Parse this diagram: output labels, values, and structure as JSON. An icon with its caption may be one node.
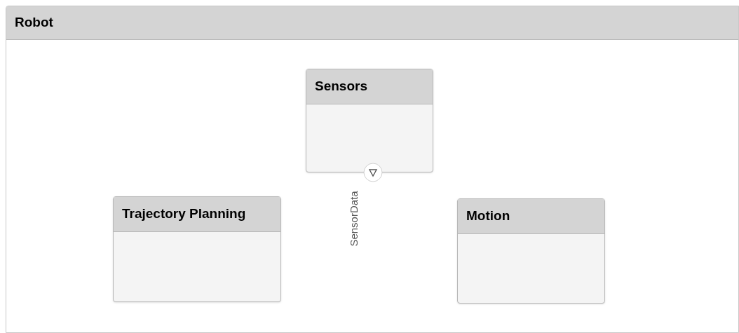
{
  "diagram": {
    "nodes": [
      {
        "text": [
          "Robot"
        ]
      },
      {
        "text": [
          "Sensors"
        ],
        "in": 0
      },
      {
        "text": [
          "Trajectory Planning"
        ],
        "in": 0
      },
      {
        "text": [
          "Motion"
        ],
        "in": 0
      },
      {
        "text": [],
        "shape": "circle",
        "in": 0,
        "beside": [
          "SensorData"
        ]
      }
    ]
  }
}
